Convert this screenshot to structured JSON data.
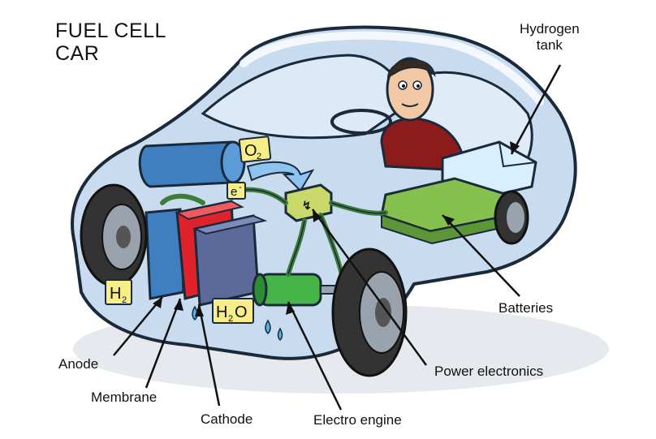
{
  "title": {
    "line1": "FUEL CELL",
    "line2": "CAR"
  },
  "labels": {
    "hydrogen_tank_line1": "Hydrogen",
    "hydrogen_tank_line2": "tank",
    "batteries": "Batteries",
    "power_electronics": "Power electronics",
    "electro_engine": "Electro engine",
    "cathode": "Cathode",
    "membrane": "Membrane",
    "anode": "Anode"
  },
  "chemistry": {
    "oxygen": "O",
    "oxygen_sub": "2",
    "hydrogen": "H",
    "hydrogen_sub": "2",
    "water_h": "H",
    "water_sub": "2",
    "water_o": "O",
    "electron": "e",
    "electron_sup": "-"
  },
  "colors": {
    "car_body": "#c9dcef",
    "car_outline": "#1b2a3a",
    "cathode_plate": "#5b6a9a",
    "membrane": "#e0232b",
    "anode_plate": "#3f7fc0",
    "pipes": "#3c7d3a",
    "engine": "#47b449",
    "battery": "#86c04f",
    "label_box": "#f7ee8a"
  }
}
